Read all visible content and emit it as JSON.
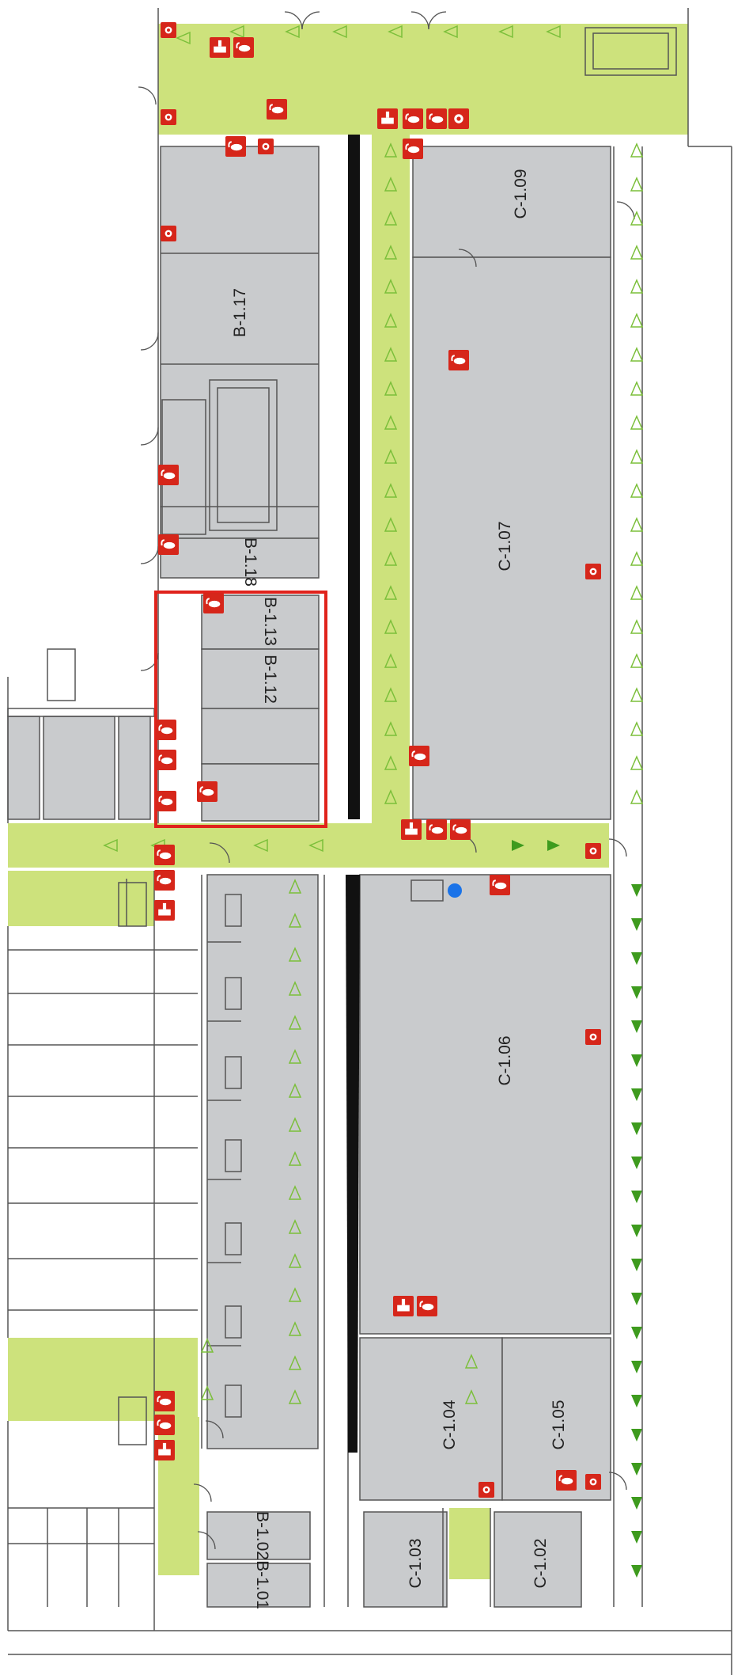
{
  "colors": {
    "corridor": "#cde27c",
    "room": "#c9cbcd",
    "wall": "#555555",
    "wall_heavy": "#111111",
    "safety_red": "#d6261a",
    "highlight": "#e0231c",
    "arrow_outline": "#7bbf3a",
    "arrow_filled": "#3e9b1e",
    "marker_blue": "#1a73e8"
  },
  "icons": {
    "extinguisher": "fire-extinguisher-icon",
    "hose": "fire-hose-reel-icon",
    "alarm": "fire-alarm-button-icon",
    "exit_arrow": "evacuation-arrow-icon"
  },
  "rooms": {
    "b117": "B-1.17",
    "b118": "B-1.18",
    "b113": "B-1.13",
    "b112": "B-1.12",
    "b102": "B-1.02",
    "b101": "B-1.01",
    "c109": "C-1.09",
    "c107": "C-1.07",
    "c106": "C-1.06",
    "c104": "C-1.04",
    "c105": "C-1.05",
    "c103": "C-1.03",
    "c102": "C-1.02"
  }
}
